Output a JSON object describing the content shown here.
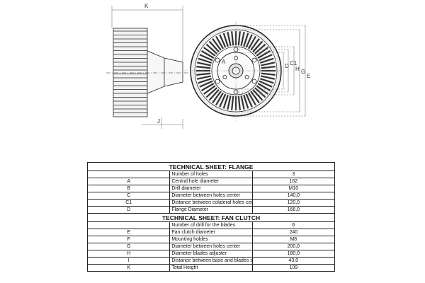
{
  "drawing": {
    "dimension_letters": {
      "k": "K",
      "j": "J",
      "d": "D",
      "c1": "C1",
      "h": "H",
      "g": "G",
      "e": "E",
      "a": "A"
    }
  },
  "flange": {
    "title": "TECHNICAL SHEET: FLANGE",
    "rows": [
      {
        "letter": "",
        "desc": "Number of holes",
        "value": "3"
      },
      {
        "letter": "A",
        "desc": "Central hole diameter",
        "value": "162"
      },
      {
        "letter": "B",
        "desc": "Drill diameter",
        "value": "M10"
      },
      {
        "letter": "C",
        "desc": "Diameter between holes center",
        "value": "140,0"
      },
      {
        "letter": "C1",
        "desc": "Distance between colateral holes center",
        "value": "120,0"
      },
      {
        "letter": "D",
        "desc": "Flange Diameter",
        "value": "166,0"
      }
    ]
  },
  "fan_clutch": {
    "title": "TECHNICAL SHEET: FAN CLUTCH",
    "rows": [
      {
        "letter": "",
        "desc": "Number of drill for the blades",
        "value": "6"
      },
      {
        "letter": "E",
        "desc": "Fan clutch diameter",
        "value": "240"
      },
      {
        "letter": "F",
        "desc": "Mounting holdes",
        "value": "M8"
      },
      {
        "letter": "G",
        "desc": "Diameter between holes center",
        "value": "200,0"
      },
      {
        "letter": "H",
        "desc": "Diameter blades adjuster",
        "value": "180,0"
      },
      {
        "letter": "I",
        "desc": "Distance between base and blades support",
        "value": "43,0"
      },
      {
        "letter": "K",
        "desc": "Total Height",
        "value": "109"
      }
    ]
  }
}
